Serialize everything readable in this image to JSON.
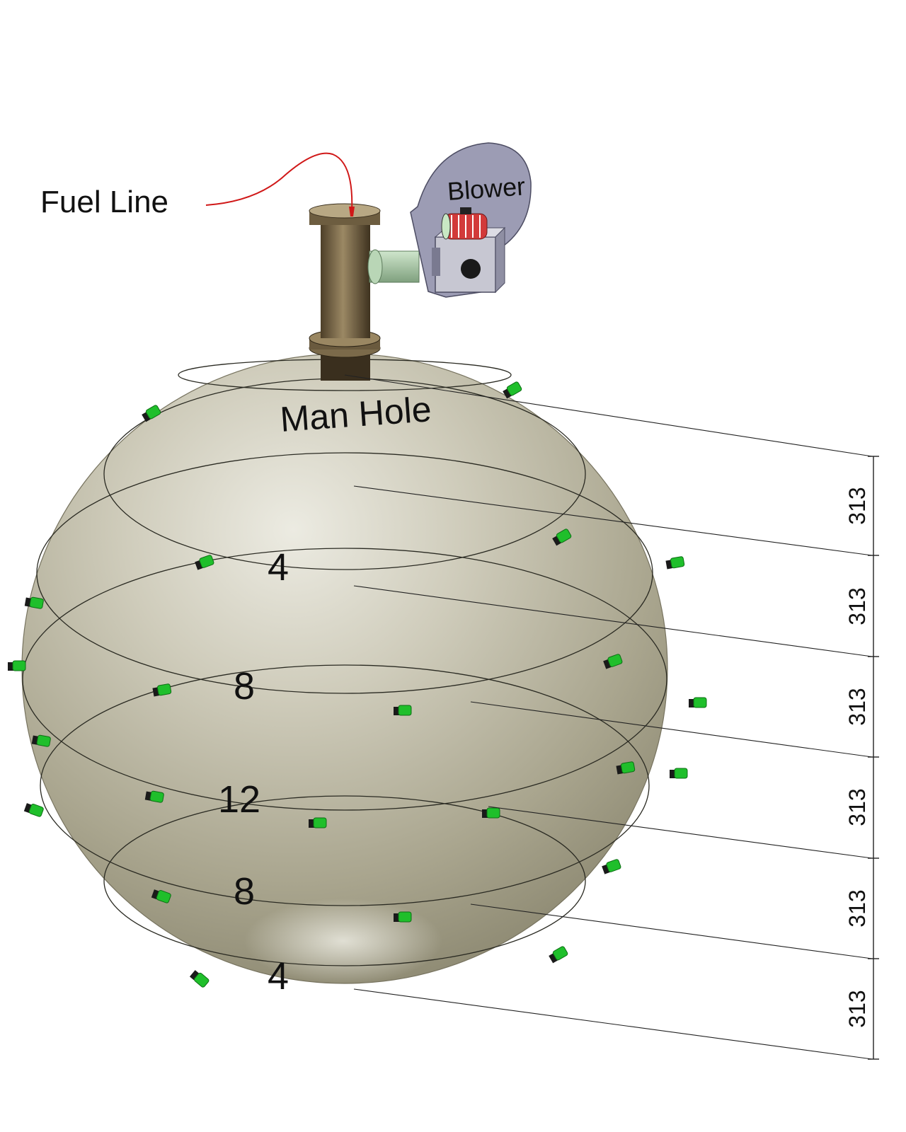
{
  "labels": {
    "fuel_line": "Fuel Line",
    "blower": "Blower",
    "man_hole": "Man Hole"
  },
  "ring_counts": [
    "4",
    "8",
    "12",
    "8",
    "4"
  ],
  "dimensions": [
    "313",
    "313",
    "313",
    "313",
    "313",
    "313"
  ],
  "colors": {
    "sphere": "#b9b6a2",
    "nozzle": "#1fbf2b",
    "pipe": "#7a6a4c",
    "fuel_line": "#d01818",
    "blower_housing": "#9a9ab2",
    "connector": "#a9c9a8",
    "motor": "#d23a3a"
  }
}
